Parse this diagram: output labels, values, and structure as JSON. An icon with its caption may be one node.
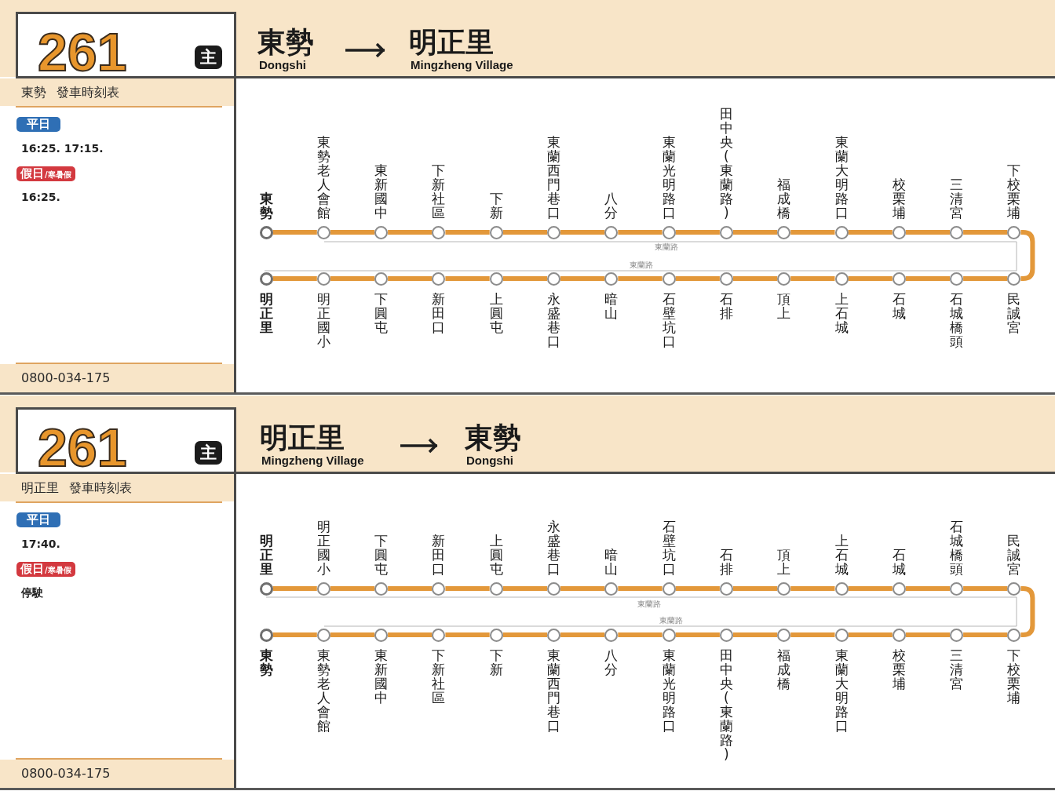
{
  "diagram": {
    "nodes": [
      {
        "text": [
          "東勢",
          "Dongshi"
        ]
      },
      {
        "text": [
          "明正里",
          "Mingzheng Village"
        ]
      },
      {
        "text": [
          "東勢"
        ]
      },
      {
        "text": [
          "東勢老人會館"
        ]
      },
      {
        "text": [
          "東新國中"
        ]
      },
      {
        "text": [
          "下新社區"
        ]
      },
      {
        "text": [
          "下新"
        ]
      },
      {
        "text": [
          "東蘭西門巷口"
        ]
      },
      {
        "text": [
          "八分"
        ]
      },
      {
        "text": [
          "東蘭光明路口"
        ]
      },
      {
        "text": [
          "田中央(東蘭路)"
        ]
      },
      {
        "text": [
          "福成橋"
        ]
      },
      {
        "text": [
          "東蘭大明路口"
        ]
      },
      {
        "text": [
          "校栗埔"
        ]
      },
      {
        "text": [
          "三清宮"
        ]
      },
      {
        "text": [
          "下校栗埔"
        ]
      },
      {
        "text": [
          "明正里"
        ]
      },
      {
        "text": [
          "明正國小"
        ]
      },
      {
        "text": [
          "下圓屯"
        ]
      },
      {
        "text": [
          "新田口"
        ]
      },
      {
        "text": [
          "上圓屯"
        ]
      },
      {
        "text": [
          "永盛巷口"
        ]
      },
      {
        "text": [
          "暗山"
        ]
      },
      {
        "text": [
          "石壁坑口"
        ]
      },
      {
        "text": [
          "石排"
        ]
      },
      {
        "text": [
          "頂上"
        ]
      },
      {
        "text": [
          "上石城"
        ]
      },
      {
        "text": [
          "石城"
        ]
      },
      {
        "text": [
          "石城橋頭"
        ]
      },
      {
        "text": [
          "民誠宮"
        ]
      },
      {
        "text": [
          "明正里",
          "Mingzheng Village"
        ]
      },
      {
        "text": [
          "東勢",
          "Dongshi"
        ]
      },
      {
        "text": [
          "明正里"
        ]
      },
      {
        "text": [
          "明正國小"
        ]
      },
      {
        "text": [
          "下圓屯"
        ]
      },
      {
        "text": [
          "新田口"
        ]
      },
      {
        "text": [
          "上圓屯"
        ]
      },
      {
        "text": [
          "永盛巷口"
        ]
      },
      {
        "text": [
          "暗山"
        ]
      },
      {
        "text": [
          "石壁坑口"
        ]
      },
      {
        "text": [
          "石排"
        ]
      },
      {
        "text": [
          "頂上"
        ]
      },
      {
        "text": [
          "上石城"
        ]
      },
      {
        "text": [
          "石城"
        ]
      },
      {
        "text": [
          "石城橋頭"
        ]
      },
      {
        "text": [
          "民誠宮"
        ]
      },
      {
        "text": [
          "東勢"
        ]
      },
      {
        "text": [
          "東勢老人會館"
        ]
      },
      {
        "text": [
          "東新國中"
        ]
      },
      {
        "text": [
          "下新社區"
        ]
      },
      {
        "text": [
          "下新"
        ]
      },
      {
        "text": [
          "東蘭西門巷口"
        ]
      },
      {
        "text": [
          "八分"
        ]
      },
      {
        "text": [
          "東蘭光明路口"
        ]
      },
      {
        "text": [
          "田中央(東蘭路)"
        ]
      },
      {
        "text": [
          "福成橋"
        ]
      },
      {
        "text": [
          "東蘭大明路口"
        ]
      },
      {
        "text": [
          "校栗埔"
        ]
      },
      {
        "text": [
          "三清宮"
        ]
      },
      {
        "text": [
          "下校栗埔"
        ]
      }
    ],
    "edges": [
      {
        "from": 0,
        "to": 1,
        "arrow": "to",
        "color": "#1f1f1f"
      },
      {
        "from": 2,
        "to": 3,
        "arrow": "none"
      },
      {
        "from": 3,
        "to": 4,
        "arrow": "none"
      },
      {
        "from": 4,
        "to": 5,
        "arrow": "none"
      },
      {
        "from": 5,
        "to": 6,
        "arrow": "none"
      },
      {
        "from": 6,
        "to": 7,
        "arrow": "none"
      },
      {
        "from": 7,
        "to": 8,
        "arrow": "none"
      },
      {
        "from": 8,
        "to": 9,
        "arrow": "none"
      },
      {
        "from": 9,
        "to": 10,
        "arrow": "none"
      },
      {
        "from": 10,
        "to": 11,
        "arrow": "none"
      },
      {
        "from": 11,
        "to": 12,
        "arrow": "none"
      },
      {
        "from": 12,
        "to": 13,
        "arrow": "none"
      },
      {
        "from": 13,
        "to": 14,
        "arrow": "none"
      },
      {
        "from": 14,
        "to": 15,
        "arrow": "none"
      },
      {
        "from": 15,
        "to": 29,
        "arrow": "none"
      },
      {
        "from": 29,
        "to": 28,
        "arrow": "none"
      },
      {
        "from": 28,
        "to": 27,
        "arrow": "none"
      },
      {
        "from": 27,
        "to": 26,
        "arrow": "none"
      },
      {
        "from": 26,
        "to": 25,
        "arrow": "none"
      },
      {
        "from": 25,
        "to": 24,
        "arrow": "none"
      },
      {
        "from": 24,
        "to": 23,
        "arrow": "none"
      },
      {
        "from": 23,
        "to": 22,
        "arrow": "none"
      },
      {
        "from": 22,
        "to": 21,
        "arrow": "none"
      },
      {
        "from": 21,
        "to": 20,
        "arrow": "none"
      },
      {
        "from": 20,
        "to": 19,
        "arrow": "none"
      },
      {
        "from": 19,
        "to": 18,
        "arrow": "none"
      },
      {
        "from": 18,
        "to": 17,
        "arrow": "none"
      },
      {
        "from": 17,
        "to": 16,
        "arrow": "none"
      },
      {
        "from": 30,
        "to": 31,
        "arrow": "to",
        "color": "#1f1f1f"
      },
      {
        "from": 32,
        "to": 33,
        "arrow": "none"
      },
      {
        "from": 33,
        "to": 34,
        "arrow": "none"
      },
      {
        "from": 34,
        "to": 35,
        "arrow": "none"
      },
      {
        "from": 35,
        "to": 36,
        "arrow": "none"
      },
      {
        "from": 36,
        "to": 37,
        "arrow": "none"
      },
      {
        "from": 37,
        "to": 38,
        "arrow": "none"
      },
      {
        "from": 38,
        "to": 39,
        "arrow": "none"
      },
      {
        "from": 39,
        "to": 40,
        "arrow": "none"
      },
      {
        "from": 40,
        "to": 41,
        "arrow": "none"
      },
      {
        "from": 41,
        "to": 42,
        "arrow": "none"
      },
      {
        "from": 42,
        "to": 43,
        "arrow": "none"
      },
      {
        "from": 43,
        "to": 44,
        "arrow": "none"
      },
      {
        "from": 44,
        "to": 45,
        "arrow": "none"
      },
      {
        "from": 45,
        "to": 59,
        "arrow": "none"
      },
      {
        "from": 59,
        "to": 58,
        "arrow": "none"
      },
      {
        "from": 58,
        "to": 57,
        "arrow": "none"
      },
      {
        "from": 57,
        "to": 56,
        "arrow": "none"
      },
      {
        "from": 56,
        "to": 55,
        "arrow": "none"
      },
      {
        "from": 55,
        "to": 54,
        "arrow": "none"
      },
      {
        "from": 54,
        "to": 53,
        "arrow": "none"
      },
      {
        "from": 53,
        "to": 52,
        "arrow": "none"
      },
      {
        "from": 52,
        "to": 51,
        "arrow": "none"
      },
      {
        "from": 51,
        "to": 50,
        "arrow": "none"
      },
      {
        "from": 50,
        "to": 49,
        "arrow": "none"
      },
      {
        "from": 49,
        "to": 48,
        "arrow": "none"
      },
      {
        "from": 48,
        "to": 47,
        "arrow": "none"
      },
      {
        "from": 47,
        "to": 46,
        "arrow": "none"
      }
    ],
    "labels": [
      "261",
      "主",
      "東勢 發車時刻表",
      "平日",
      "16:25. 17:15.",
      "假日$_{/寒暑假}$",
      "16:25.",
      "0800-034-175",
      "東蘭路",
      "東蘭路",
      "261",
      "主",
      "明正里 發車時刻表",
      "平日",
      "17:40.",
      "假日$_{/寒暑假}$",
      "停駛",
      "0800-034-175",
      "東蘭路",
      "東蘭路"
    ]
  }
}
